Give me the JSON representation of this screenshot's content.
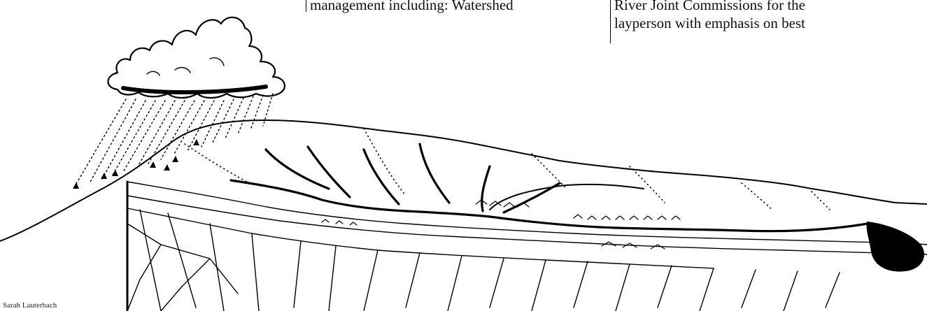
{
  "text": {
    "left_column_line": "management including:  Watershed",
    "right_column_lines": [
      "River Joint Commissions for the",
      "layperson with emphasis on best"
    ]
  },
  "illustration": {
    "subject": "watershed cross-section illustration",
    "credit": "Sarah Lauterbach"
  },
  "colors": {
    "ink": "#000000",
    "paper": "#ffffff"
  }
}
